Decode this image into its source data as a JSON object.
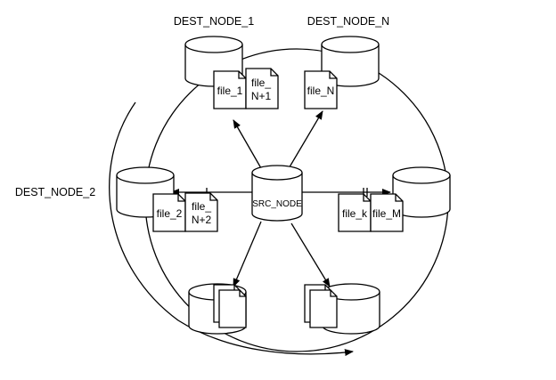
{
  "labels": {
    "dest_node_1": "DEST_NODE_1",
    "dest_node_n": "DEST_NODE_N",
    "dest_node_2": "DEST_NODE_2",
    "src_node": "SRC_NODE"
  },
  "files": {
    "file_1": "file_1",
    "file_n_plus_1_line1": "file_",
    "file_n_plus_1_line2": "N+1",
    "file_n": "file_N",
    "file_2": "file_2",
    "file_n_plus_2_line1": "file_",
    "file_n_plus_2_line2": "N+2",
    "file_k": "file_k",
    "file_m": "file_M"
  }
}
